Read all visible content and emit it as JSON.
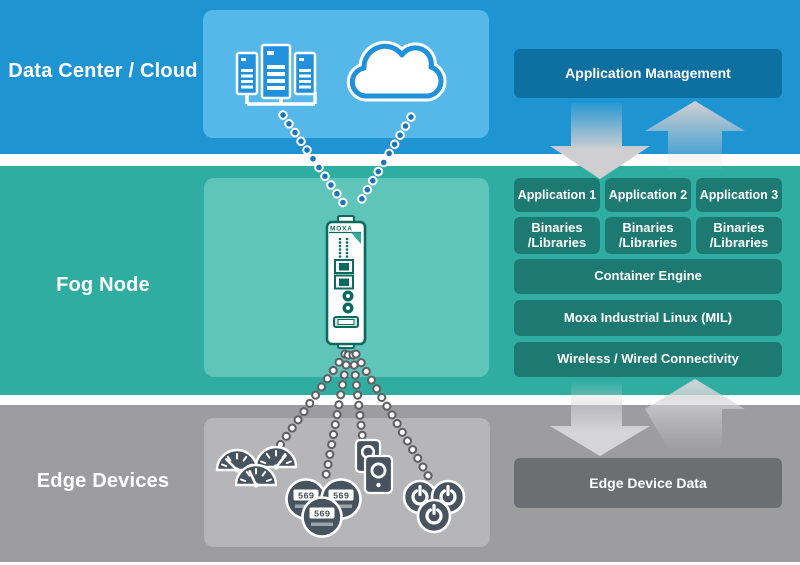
{
  "layers": {
    "data_center": {
      "label": "Data Center / Cloud",
      "management_box": "Application Management"
    },
    "fog": {
      "label": "Fog Node",
      "applications": [
        "Application 1",
        "Application 2",
        "Application 3"
      ],
      "binaries_line1": "Binaries",
      "binaries_line2": "/Libraries",
      "container_engine": "Container Engine",
      "os": "Moxa Industrial Linux (MIL)",
      "connectivity": "Wireless / Wired Connectivity"
    },
    "edge": {
      "label": "Edge Devices",
      "data_box": "Edge Device Data"
    }
  },
  "device": {
    "brand": "MOXA"
  },
  "edge_icons": {
    "meter_reading": "569"
  },
  "icon_names": [
    "server-cluster-icon",
    "cloud-icon",
    "fog-gateway-device",
    "gauge-icon",
    "digital-meter-icon",
    "sensor-icon",
    "power-button-icon",
    "down-arrow",
    "up-arrow",
    "dotted-link"
  ],
  "colors": {
    "cloud_band": "#1e94d2",
    "cloud_panel": "#55b8e9",
    "cloud_box": "#0e6fa1",
    "fog_band": "#2fada1",
    "fog_panel": "#5fc4ba",
    "fog_box": "#1d7a72",
    "edge_band": "#9d9da0",
    "edge_panel": "#b6b6b8",
    "edge_box": "#6d6e71",
    "icon_slate": "#47545f",
    "icon_blue": "#2191dc",
    "device_green": "#0b6a5d",
    "arrow_gray": "#cfcfd1",
    "dot_blue": "#1b75bc",
    "dot_ring": "#5f5f61"
  }
}
